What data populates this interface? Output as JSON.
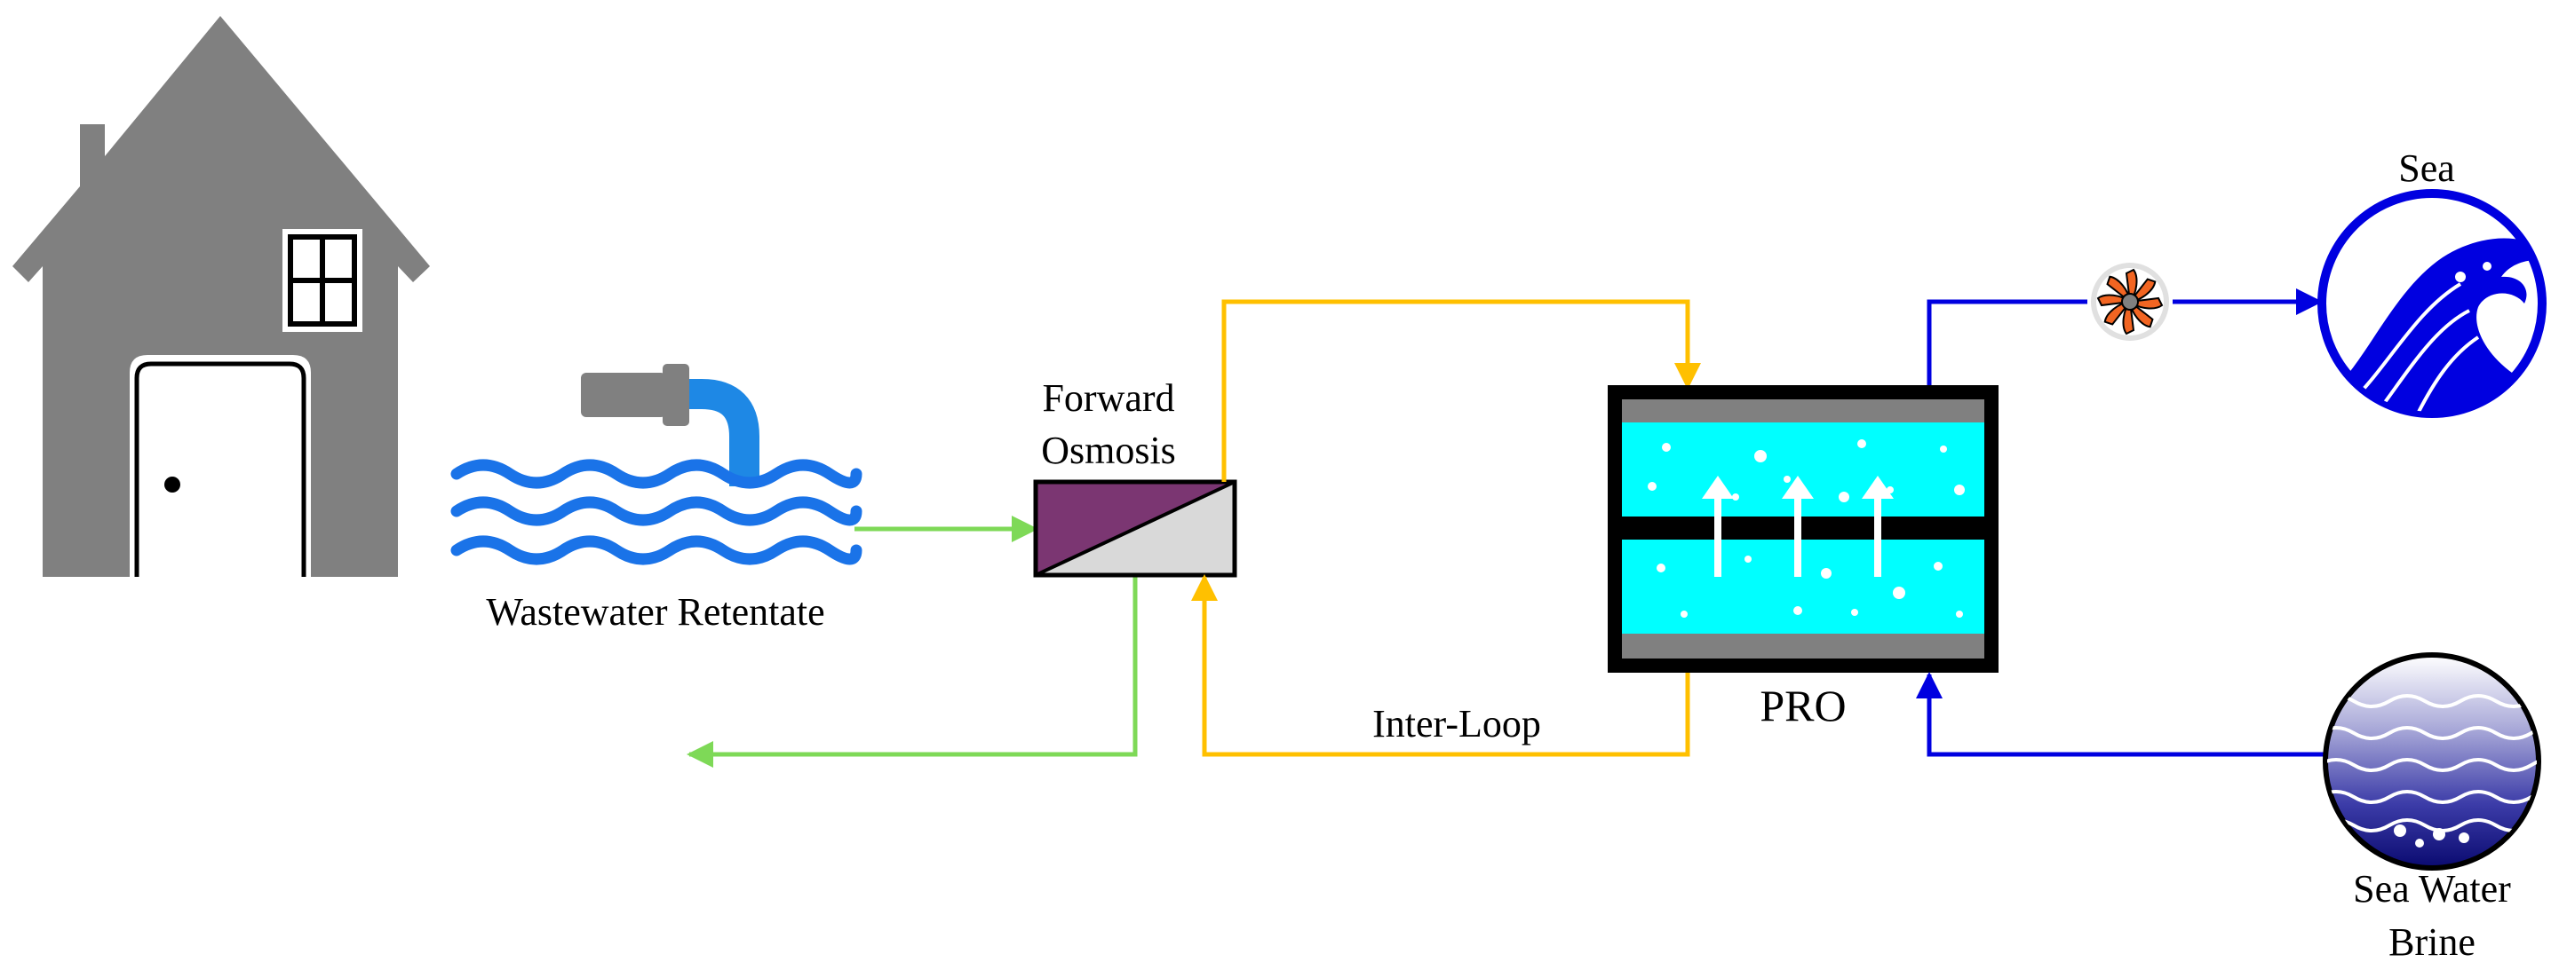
{
  "labels": {
    "wastewater": "Wastewater Retentate",
    "fo_line1": "Forward",
    "fo_line2": "Osmosis",
    "interloop": "Inter-Loop",
    "pro": "PRO",
    "sea": "Sea",
    "brine_line1": "Sea Water",
    "brine_line2": "Brine"
  },
  "colors": {
    "house": "#808080",
    "green_flow": "#7ed957",
    "yellow_flow": "#ffc000",
    "blue_flow": "#0000e0",
    "fo_membrane": "#7b3672",
    "fo_membrane_light": "#d9d9d9",
    "pro_water": "#00ffff",
    "wave_blue": "#1a73e8",
    "pipe_blue": "#1e88e5",
    "turbine_orange": "#f26522"
  },
  "icons": [
    "house-icon",
    "outfall-pipe-icon",
    "wave-icon",
    "sea-wave-icon",
    "brine-icon",
    "turbine-icon"
  ]
}
